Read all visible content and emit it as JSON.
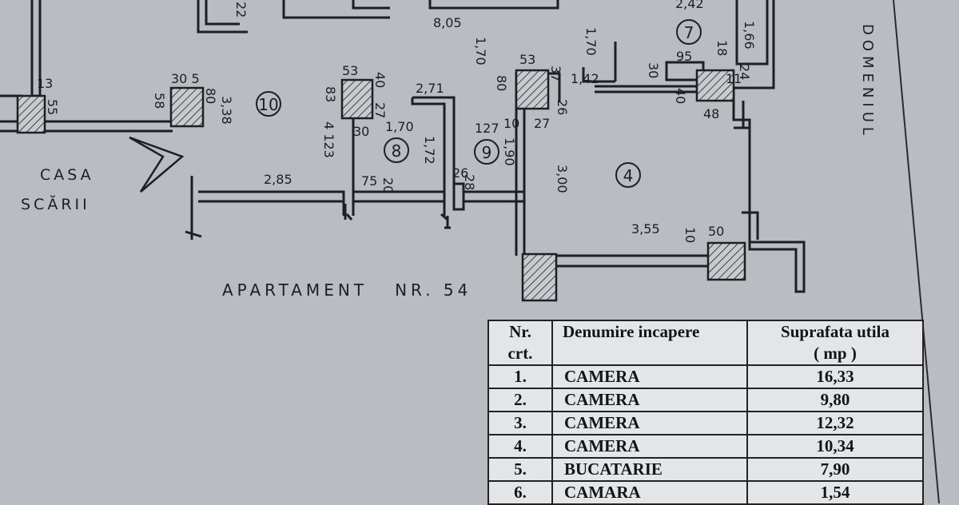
{
  "plan": {
    "labels": {
      "stair_line1": "CASA",
      "stair_line2": "SCĂRII",
      "apartment": "APARTAMENT   NR. 54",
      "domain_text": "DOMENIUL"
    },
    "room_numbers": {
      "r10": "10",
      "r8": "8",
      "r9": "9",
      "r4": "4",
      "r7": "7"
    },
    "dimensions": {
      "d_805": "8,05",
      "d_242": "2,42",
      "d_22": "22",
      "d_166": "1,66",
      "d_170a": "1,70",
      "d_170b": "1,70",
      "d_170c": "1,70",
      "d_13": "13",
      "d_55": "55",
      "d_30_5": "30 5",
      "d_58": "58",
      "d_80a": "80",
      "d_338": "3,38",
      "d_53a": "53",
      "d_83": "83",
      "d_40a": "40",
      "d_27a": "27",
      "d_4_123": "4 123",
      "d_30a": "30",
      "d_271": "2,71",
      "d_172": "1,72",
      "d_53b": "53",
      "d_80b": "80",
      "d_37": "37",
      "d_26a": "26",
      "d_127": "127",
      "d_10a": "10",
      "d_27b": "27",
      "d_190": "1,90",
      "d_142": "1,42",
      "d_95": "95",
      "d_30b": "30",
      "d_18": "18",
      "d_11": "11",
      "d_24": "24",
      "d_40b": "40",
      "d_48": "48",
      "d_300": "3,00",
      "d_285": "2,85",
      "d_75": "75",
      "d_20": "20",
      "d_26b": "26",
      "d_28": "28",
      "d_355": "3,55",
      "d_10b": "10",
      "d_50": "50"
    }
  },
  "table": {
    "headers": {
      "nr_line1": "Nr.",
      "nr_line2": "crt.",
      "name": "Denumire incapere",
      "area_line1": "Suprafata utila",
      "area_line2": "( mp )"
    },
    "rows": [
      {
        "nr": "1.",
        "name": "CAMERA",
        "area": "16,33"
      },
      {
        "nr": "2.",
        "name": "CAMERA",
        "area": "9,80"
      },
      {
        "nr": "3.",
        "name": "CAMERA",
        "area": "12,32"
      },
      {
        "nr": "4.",
        "name": "CAMERA",
        "area": "10,34"
      },
      {
        "nr": "5.",
        "name": "BUCATARIE",
        "area": "7,90"
      },
      {
        "nr": "6.",
        "name": "CAMARA",
        "area": "1,54"
      }
    ]
  },
  "colors": {
    "paper": "#b9bcc0",
    "ink": "#1d1f22",
    "table_bg": "#e3e5e7"
  }
}
